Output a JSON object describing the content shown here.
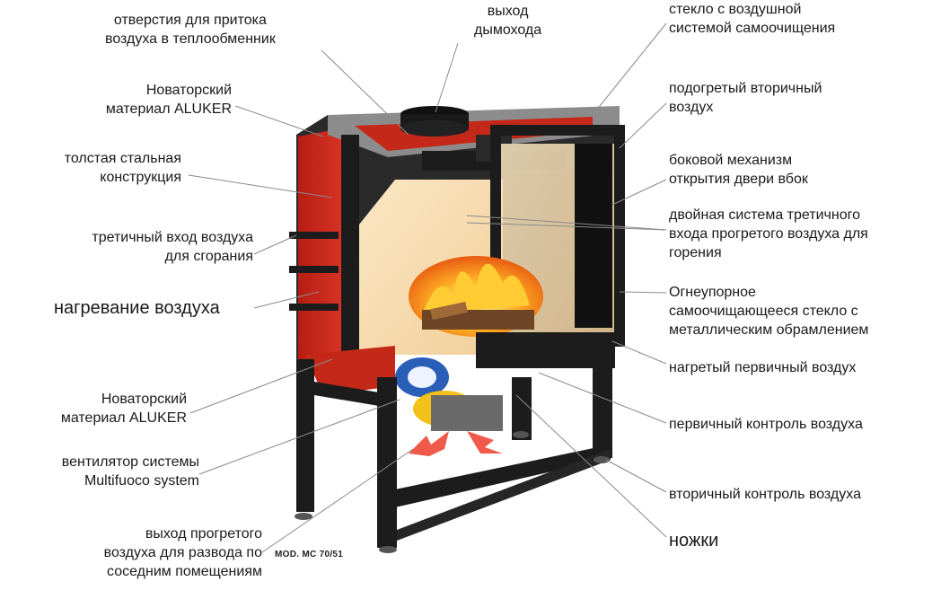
{
  "labels": {
    "heat_exchanger_openings": [
      "отверстия для притока",
      "воздуха в теплообменник"
    ],
    "flue_outlet": [
      "выход",
      "дымохода"
    ],
    "glass_air_wash": [
      "стекло с воздушной",
      "системой самоочищения"
    ],
    "aluker_top": [
      "Новаторский",
      "материал ALUKER"
    ],
    "preheated_secondary_air": [
      "подогретый вторичный",
      "воздух"
    ],
    "thick_steel": [
      "толстая стальная",
      "конструкция"
    ],
    "side_opening": [
      "боковой механизм",
      "открытия двери вбок"
    ],
    "tertiary_inlet": [
      "третичный вход воздуха",
      "для сгорания"
    ],
    "double_tertiary": [
      "двойная система третичного",
      "входа прогретого воздуха для",
      "горения"
    ],
    "air_heating": [
      "нагревание воздуха"
    ],
    "fireproof_glass": [
      "Огнеупорное",
      "самоочищающееся стекло с",
      "металлическим обрамлением"
    ],
    "heated_primary_air": [
      "нагретый первичный воздух"
    ],
    "aluker_bottom": [
      "Новаторский",
      "материал ALUKER"
    ],
    "primary_control": [
      "первичный контроль воздуха"
    ],
    "fan": [
      "вентилятор системы",
      "Multifuoco system"
    ],
    "secondary_control": [
      "вторичный контроль воздуха"
    ],
    "hot_air_outlet": [
      "выход прогретого",
      "воздуха для развода по",
      "соседним помещениям"
    ],
    "legs": [
      "ножки"
    ]
  },
  "model": "MOD. MC 70/51",
  "colors": {
    "steel": "#1c1c1c",
    "frame_grey": "#8c8c8c",
    "firebox_red": "#d42a1e",
    "chamomile_liner": "#f1d6a6",
    "flame_orange": "#ff8a1e",
    "fan_blue": "#2a5fb8",
    "fan_yellow": "#f2c21b",
    "leader_line": "#8a8a8a"
  }
}
